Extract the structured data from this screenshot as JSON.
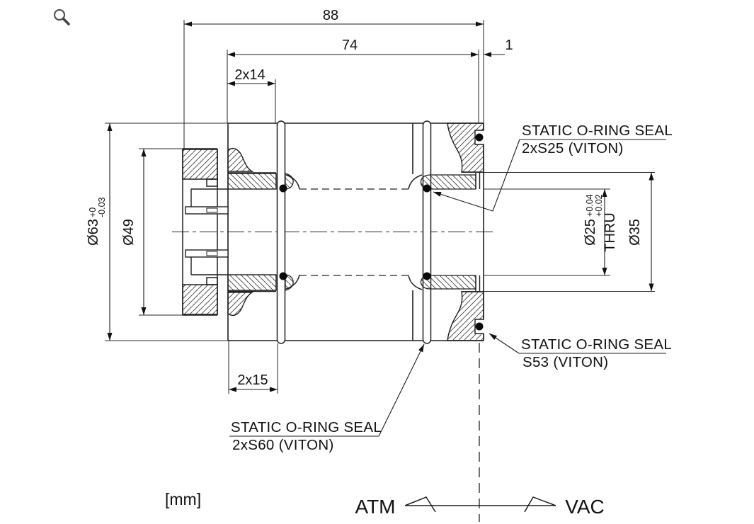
{
  "canvas": {
    "background": "#ffffff",
    "line_color": "#1d1d1d"
  },
  "controls": {
    "zoom_icon": "magnifier"
  },
  "title_block": {
    "units": "[mm]"
  },
  "dimensions": {
    "overall_length": "88",
    "sleeve_length": "74",
    "port_spacing_front": "2x14",
    "face_offset": "1",
    "port_spacing_back": "2x15",
    "outer_dia": {
      "text": "Ø63",
      "tol_up": "+0",
      "tol_dn": "-0.03"
    },
    "collet_dia": {
      "text": "Ø49"
    },
    "bore_dia": {
      "text": "Ø25",
      "tol_up": "+0.04",
      "tol_dn": "+0.02",
      "thru": "THRU"
    },
    "counterbore_dia": {
      "text": "Ø35"
    }
  },
  "seal_labels": {
    "s25": {
      "line1": "STATIC O-RING SEAL",
      "line2": "2xS25 (VITON)"
    },
    "s53": {
      "line1": "STATIC O-RING SEAL",
      "line2": "S53 (VITON)"
    },
    "s60": {
      "line1": "STATIC O-RING SEAL",
      "line2": "2xS60 (VITON)"
    }
  },
  "environment": {
    "left": "ATM",
    "right": "VAC"
  }
}
